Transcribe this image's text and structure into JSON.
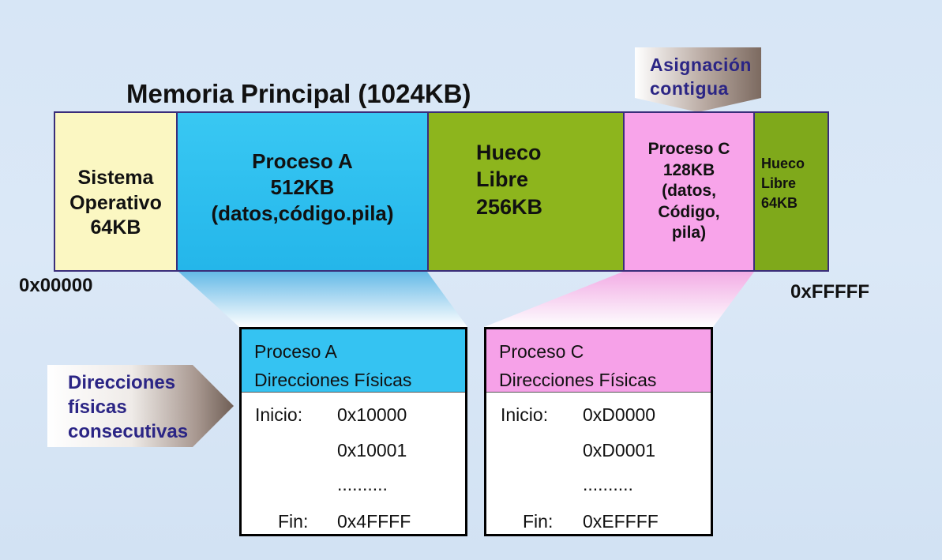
{
  "title": "Memoria Principal (1024KB)",
  "memory_segments": {
    "os": [
      "Sistema",
      "Operativo",
      "64KB"
    ],
    "process_a": [
      "Proceso A",
      "512KB",
      "(datos,código.pila)"
    ],
    "free1": [
      "Hueco",
      "Libre",
      "256KB"
    ],
    "process_c": [
      "Proceso C",
      "128KB",
      "(datos,",
      "Código,",
      "pila)"
    ],
    "free2": [
      "Hueco",
      "Libre",
      "64KB"
    ]
  },
  "address_start": "0x00000",
  "address_end": "0xFFFFF",
  "callout_contigua": [
    "Asignación",
    "contigua"
  ],
  "callout_consecutive": [
    "Direcciones",
    "físicas",
    "consecutivas"
  ],
  "box_a": {
    "header": [
      "Proceso A",
      "Direcciones Físicas"
    ],
    "start_label": "Inicio:",
    "addr1": "0x10000",
    "addr2": "0x10001",
    "dots": "..........",
    "end_label": "Fin:",
    "addr_end": "0x4FFFF"
  },
  "box_c": {
    "header": [
      "Proceso C",
      "Direcciones Físicas"
    ],
    "start_label": "Inicio:",
    "addr1": "0xD0000",
    "addr2": "0xD0001",
    "dots": "..........",
    "end_label": "Fin:",
    "addr_end": "0xEFFFF"
  },
  "colors": {
    "os": "#fbf7c2",
    "process_a": "#35c3f2",
    "free": "#8db51d",
    "process_c": "#f6a1e8",
    "callout_text": "#2b2585"
  }
}
